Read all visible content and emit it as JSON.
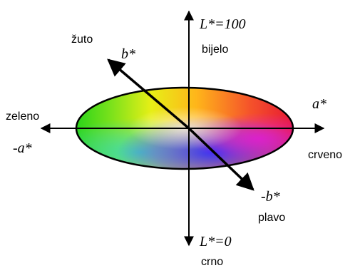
{
  "diagram": {
    "axes": {
      "l_top": "L*=100",
      "l_bottom": "L*=0",
      "a_pos": "a*",
      "a_neg": "-a*",
      "b_pos": "b*",
      "b_neg": "-b*"
    },
    "colors": {
      "top_label": "bijelo",
      "bottom_label": "crno",
      "left_label": "zeleno",
      "right_label": "crveno",
      "upper_left_label": "žuto",
      "lower_right_label": "plavo"
    },
    "palette": {
      "yellow": "#fff200",
      "green": "#2ecc40",
      "red": "#e8102a",
      "blue": "#2b3cff",
      "cyan": "#36d7c8",
      "magenta": "#d81adf",
      "axis": "#000000"
    }
  }
}
